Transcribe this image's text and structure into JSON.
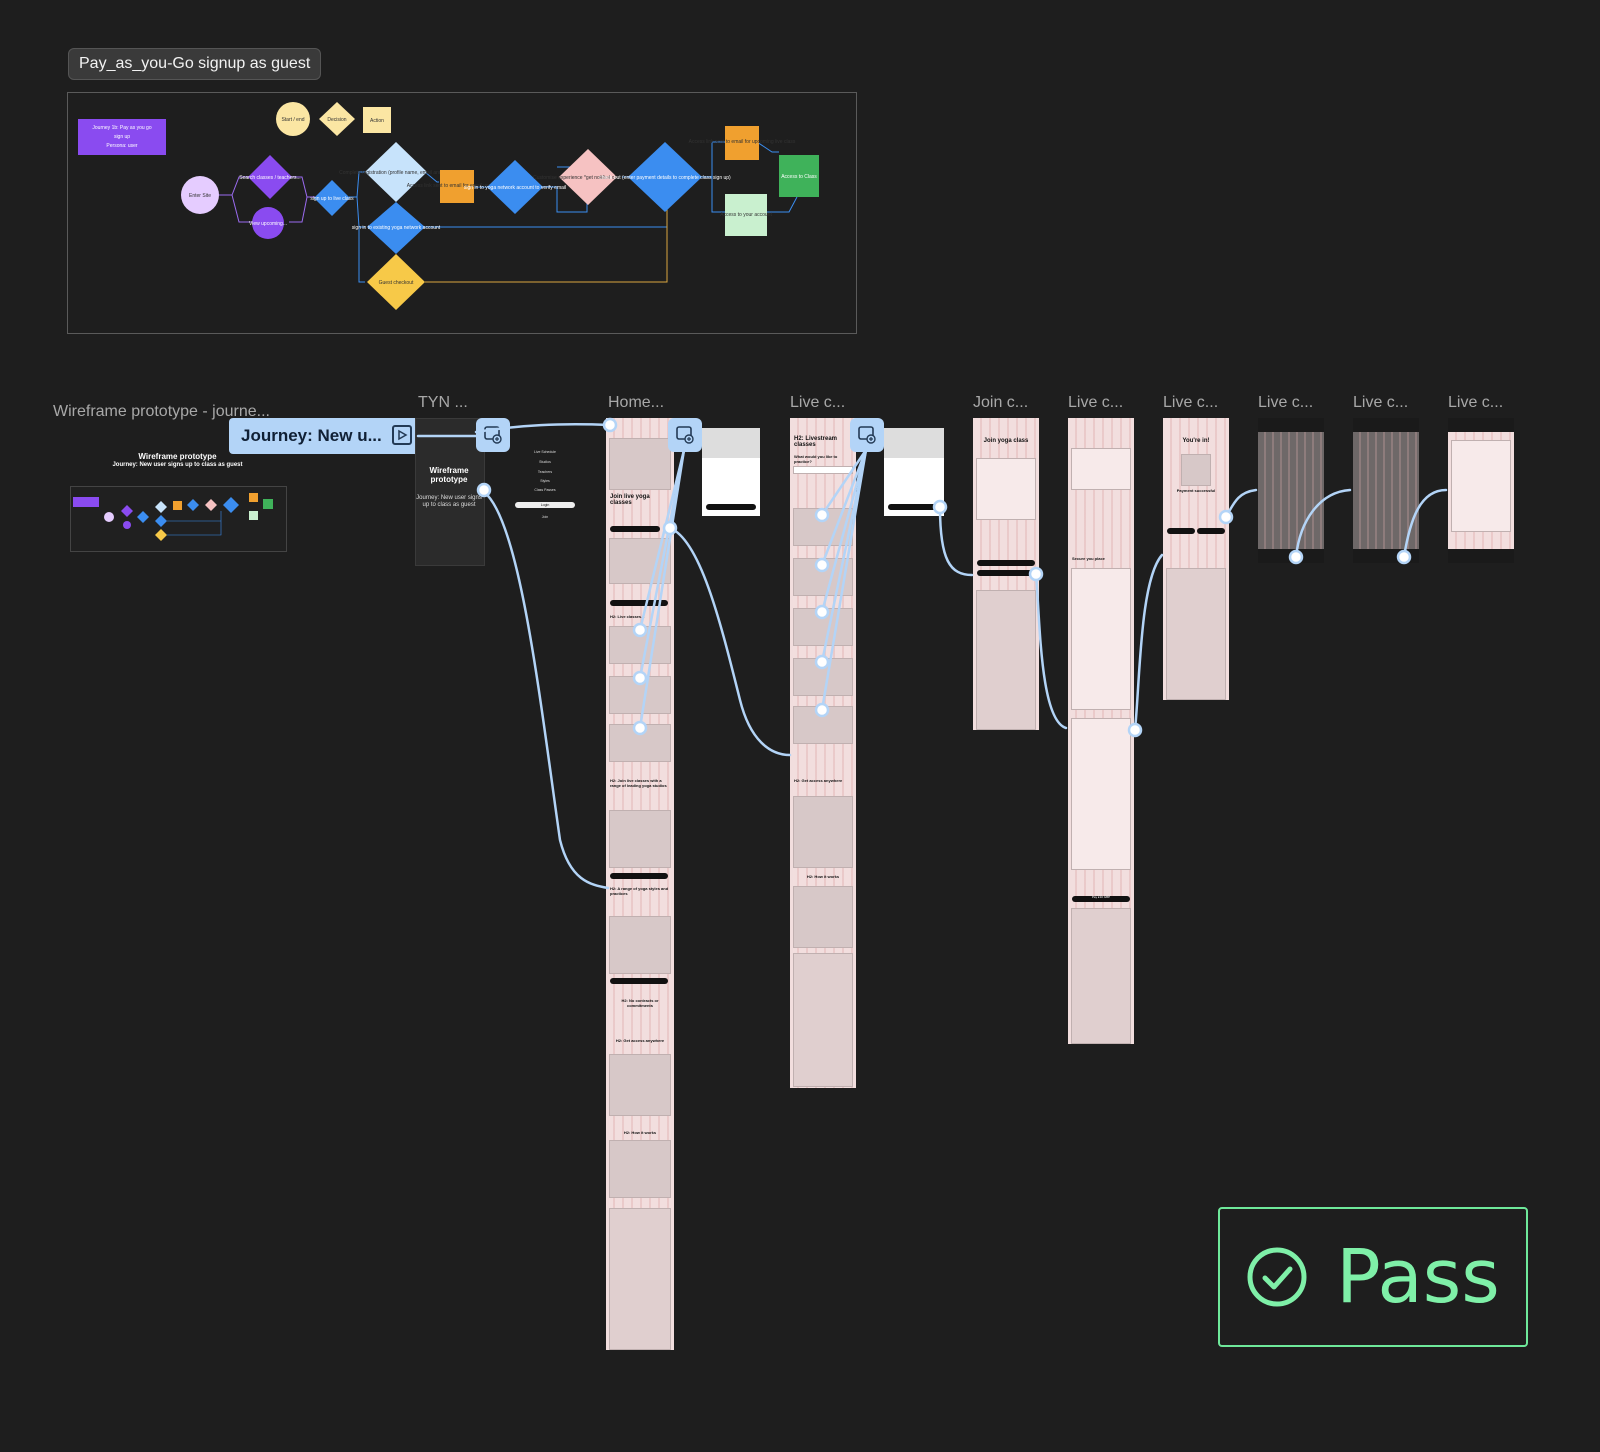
{
  "flow_section": {
    "title": "Pay_as_you-Go signup as guest",
    "nodes": {
      "journey_label_line1": "Journey 1b: Pay as you go",
      "journey_label_line2": "sign up",
      "journey_label_line3": "Persona: user",
      "enter_site": "Enter Site",
      "search_classes": "Search classes / teachers...",
      "view_upcoming": "View upcoming...",
      "sign_up_to_class": "sign up to live class",
      "complete_registration": "Complete registration (profile name, email and pa...",
      "sign_in_existing": "sign in to existing yoga network account",
      "guest_checkout": "Guest checkout",
      "access_link_verification": "Access link sent to email for email verification",
      "sign_in_verify": "sign in to yoga network account to verify email",
      "customise_experience": "Customise experience *get notified of similar up...",
      "check_out": "check out (enter payment details to complete class sign up)",
      "access_link_upcoming": "Access link sent to email for upcoming live class",
      "access_to_class": "Access to Class",
      "access_to_account": "Access to your account",
      "legend_start": "Start / end",
      "legend_decision": "Decision",
      "legend_action": "Action"
    }
  },
  "prototype": {
    "section_label": "Wireframe prototype - journe...",
    "thumb_title": "Wireframe prototype",
    "thumb_subtitle": "Journey: New user signs up to class as guest",
    "journey_pill": "Journey: New u...",
    "frame_labels": [
      "TYN ...",
      "Home...",
      "Live c...",
      "Join c...",
      "Live c...",
      "Live c...",
      "Live c...",
      "Live c...",
      "Live c..."
    ],
    "tyn_title": "Wireframe prototype",
    "tyn_subtitle": "Journey: New user signs up to class as guest",
    "menu_items": [
      "Live Schedule",
      "Studios",
      "Teachers",
      "Styles",
      "Class Passes",
      "Login",
      "Join"
    ],
    "home_heading": "Join live yoga classes",
    "home_section_live": "H2: Live classes...",
    "home_section_range": "H2: Join live classes with a range of leading yoga studios",
    "home_section_styles": "H2: A range of yoga styles and practices",
    "home_section_contracts": "H2: No contracts or commitments",
    "home_section_access": "H2: Get access anywhere",
    "home_section_how": "H2: How it works",
    "live_heading": "H2: Livestream classes",
    "live_sub": "What would you like to practice?",
    "live_access": "H2: Get access anywhere",
    "live_how": "H2: How it works",
    "join_heading": "Join yoga class",
    "checkout_heading": "Secure you place",
    "success_heading": "You're in!",
    "success_sub": "Payment successful",
    "pay_button": "Pay £10 GBP"
  },
  "pass_badge": {
    "label": "Pass",
    "icon": "check-circle-icon",
    "color": "#7ff0a8"
  },
  "colors": {
    "canvas": "#1e1e1e",
    "connector": "#b3d4f7",
    "screen": "#f2dede",
    "purple": "#8a4bf0",
    "blue": "#3b8df0",
    "yellow": "#f7c948",
    "orange": "#f0a02f",
    "green": "#3fb25a"
  }
}
